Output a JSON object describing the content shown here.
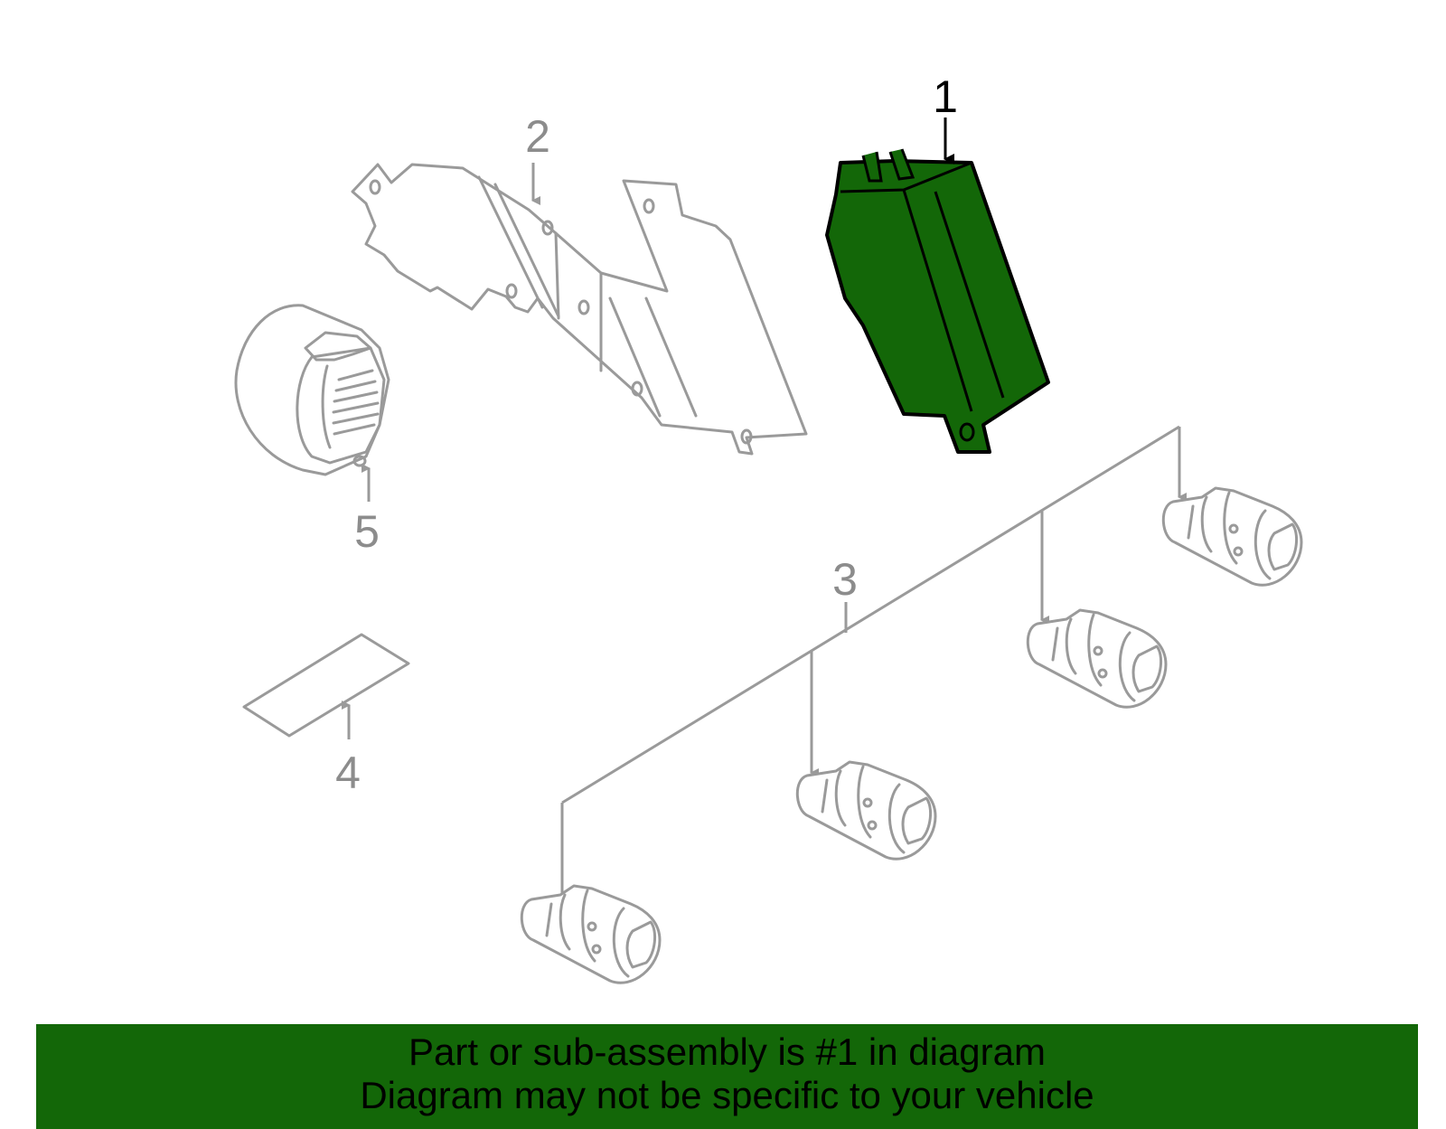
{
  "callouts": {
    "c1": "1",
    "c2": "2",
    "c3": "3",
    "c4": "4",
    "c5": "5"
  },
  "banner": {
    "line1": "Part or sub-assembly is #1 in diagram",
    "line2": "Diagram may not be specific to your vehicle"
  },
  "colors": {
    "highlight": "#136708",
    "outline": "#9a9a9a",
    "banner": "#136708"
  }
}
